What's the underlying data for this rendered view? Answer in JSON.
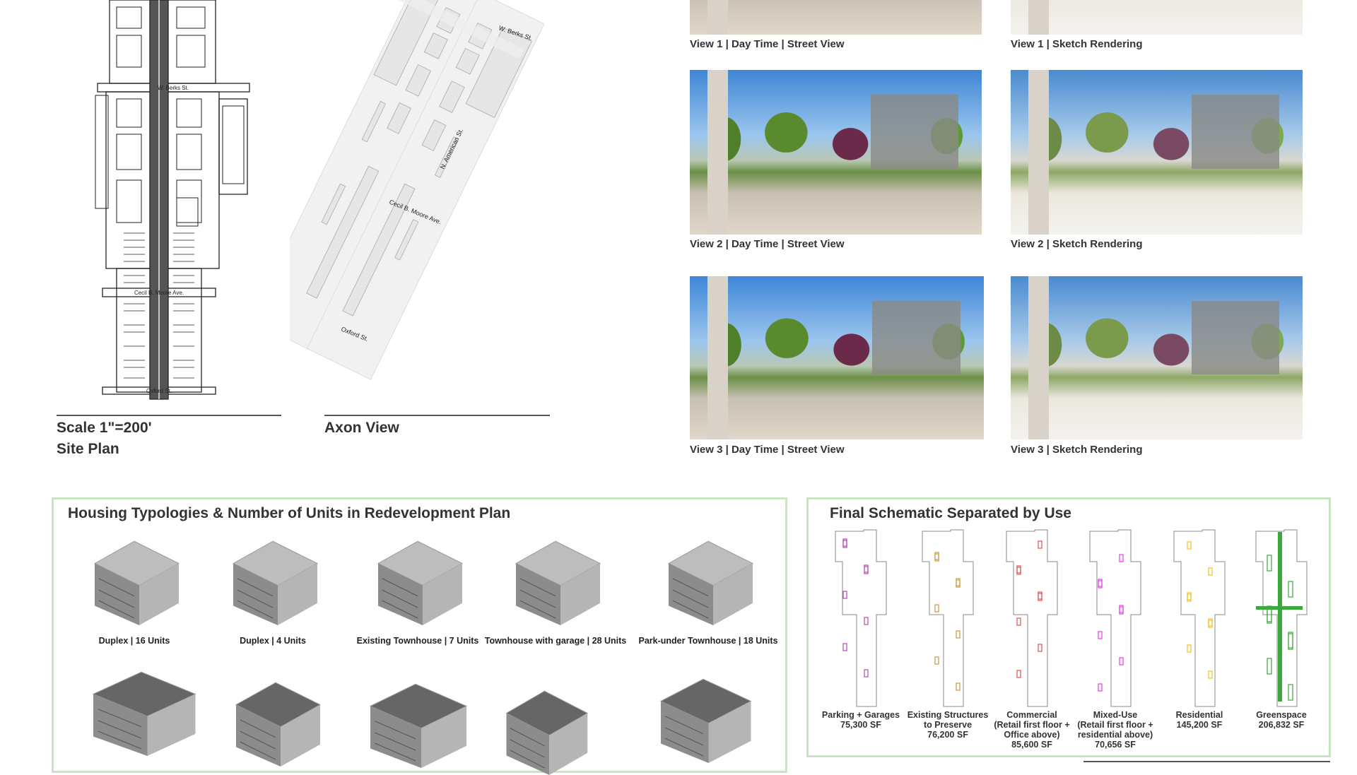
{
  "site_plan": {
    "scale": "Scale 1\"=200'",
    "title": "Site Plan",
    "street_labels": [
      "W. Berks St.",
      "Cecil B. Moore Ave.",
      "Oxford St."
    ]
  },
  "axon": {
    "title": "Axon View",
    "street_labels": [
      "W. Berks St.",
      "N. American St.",
      "Cecil B. Moore Ave.",
      "Oxford St."
    ]
  },
  "renders": [
    {
      "caption": "View 1 | Day Time | Street View",
      "style": "day"
    },
    {
      "caption": "View 1 | Sketch Rendering",
      "style": "sketch"
    },
    {
      "caption": "View 2 | Day Time | Street View",
      "style": "day"
    },
    {
      "caption": "View 2 | Sketch Rendering",
      "style": "sketch"
    },
    {
      "caption": "View 3 | Day Time | Street View",
      "style": "day"
    },
    {
      "caption": "View 3 | Sketch Rendering",
      "style": "sketch"
    }
  ],
  "housing": {
    "title": "Housing Typologies & Number of Units in Redevelopment Plan",
    "items": [
      {
        "label": "Duplex | 16 Units"
      },
      {
        "label": "Duplex | 4 Units"
      },
      {
        "label": "Existing Townhouse | 7 Units"
      },
      {
        "label": "Townhouse with garage | 28 Units"
      },
      {
        "label": "Park-under Townhouse | 18 Units"
      }
    ]
  },
  "schematic": {
    "title": "Final Schematic Separated by Use",
    "uses": [
      {
        "label": [
          "Parking + Garages",
          "75,300 SF"
        ],
        "color": "#b04ab0"
      },
      {
        "label": [
          "Existing Structures",
          "to Preserve",
          "76,200 SF"
        ],
        "color": "#c89a40"
      },
      {
        "label": [
          "Commercial",
          "(Retail first floor +",
          "Office above)",
          "85,600 SF"
        ],
        "color": "#e05050"
      },
      {
        "label": [
          "Mixed-Use",
          "(Retail first floor +",
          "residential above)",
          "70,656 SF"
        ],
        "color": "#e040e0"
      },
      {
        "label": [
          "Residential",
          "145,200 SF"
        ],
        "color": "#f0c020"
      },
      {
        "label": [
          "Greenspace",
          "206,832 SF"
        ],
        "color": "#3aa83a"
      }
    ]
  },
  "colors": {
    "panel_border": "#c9e5c3",
    "rule": "#555555"
  }
}
